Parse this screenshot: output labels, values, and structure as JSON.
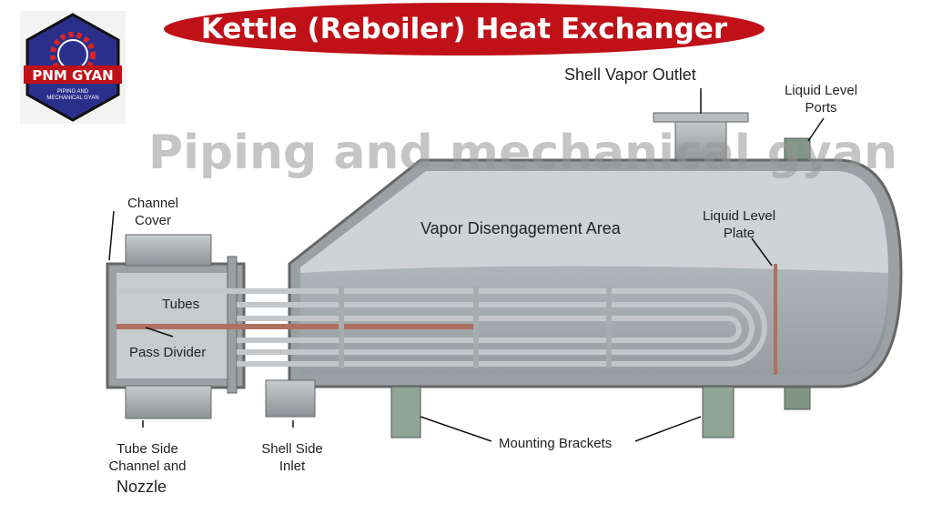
{
  "title": "Kettle (Reboiler) Heat Exchanger",
  "watermark": "Piping and mechanical gyan",
  "logo": {
    "brand": "PNM GYAN",
    "tagline": "PIPING AND MECHANICAL GYAN"
  },
  "labels": {
    "shell_vapor_outlet": "Shell Vapor Outlet",
    "liquid_level_ports": "Liquid Level Ports",
    "channel_cover": "Channel Cover",
    "vapor_area": "Vapor Disengagement Area",
    "liquid_level_plate": "Liquid Level Plate",
    "tubes": "Tubes",
    "pass_divider": "Pass Divider",
    "tube_side": "Tube Side Channel and",
    "nozzle": "Nozzle",
    "shell_side_inlet": "Shell Side Inlet",
    "mounting_brackets": "Mounting Brackets"
  },
  "colors": {
    "title_bg": "#c01018",
    "steel": "#a9afb2",
    "bracket": "#8fa595"
  }
}
